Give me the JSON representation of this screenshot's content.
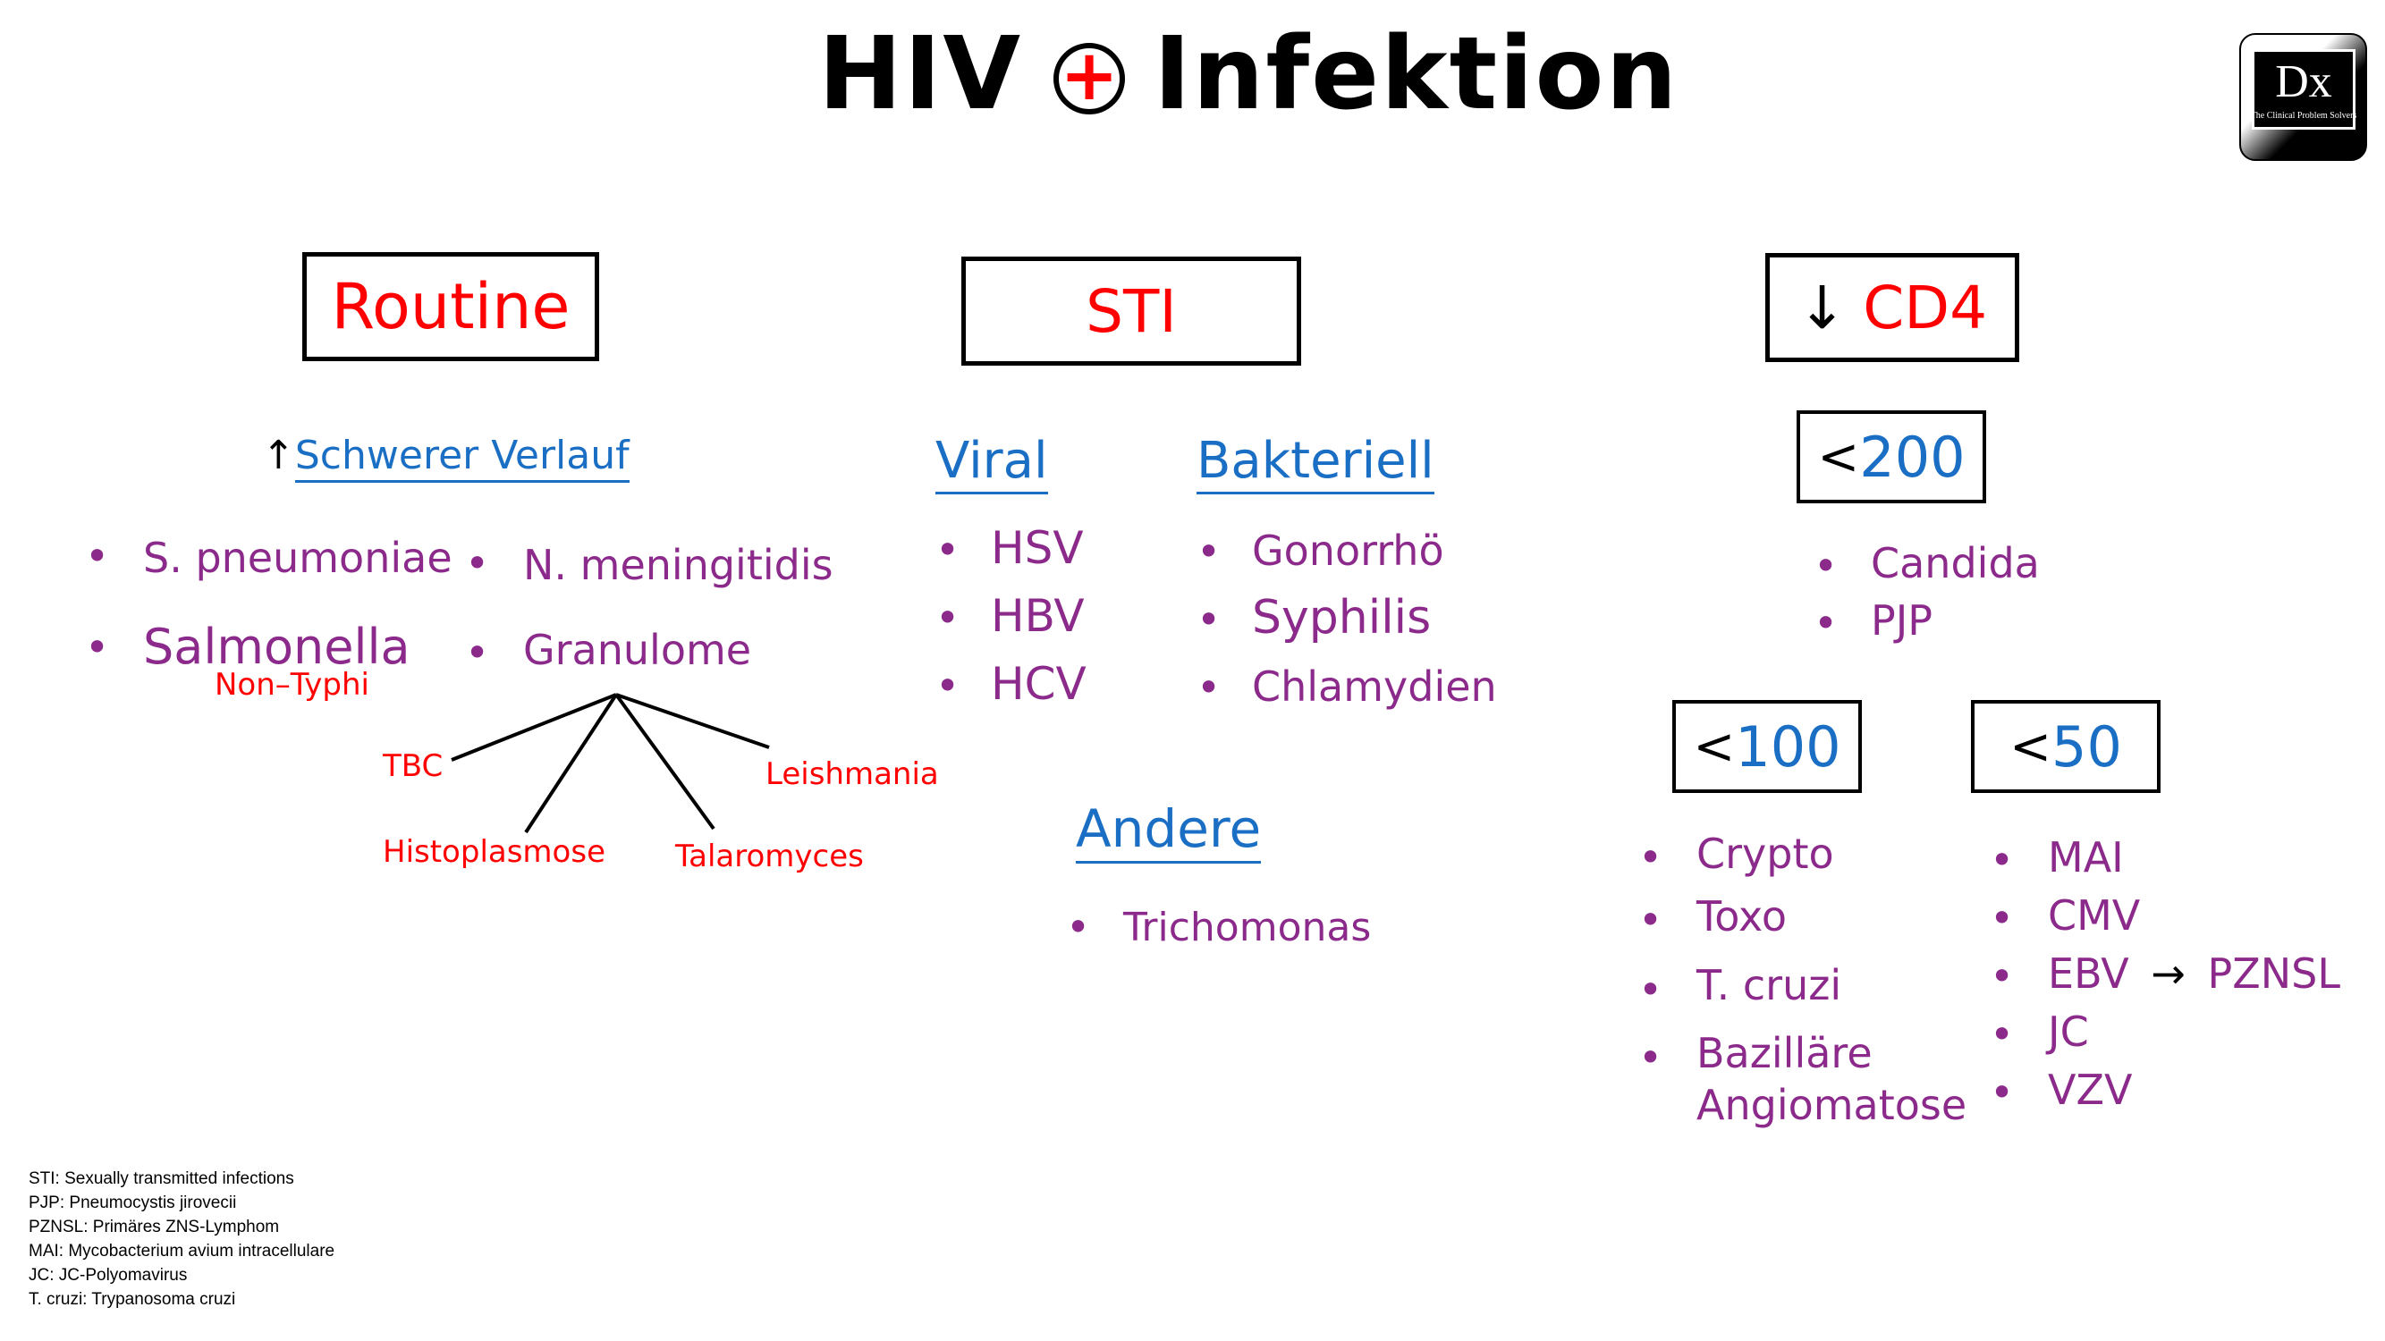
{
  "title": {
    "left": "HIV",
    "right": "Infektion",
    "symbol": "+"
  },
  "logo": {
    "main": "Dx",
    "sub": "The Clinical Problem Solvers"
  },
  "routine": {
    "header": "Routine",
    "subheader_arrow": "↑",
    "subheader": "Schwerer Verlauf",
    "col1": [
      "S. pneumoniae",
      "Salmonella"
    ],
    "salmonella_note": "Non–Typhi",
    "col2": [
      "N. meningitidis",
      "Granulome"
    ],
    "granulome_branches": [
      "TBC",
      "Histoplasmose",
      "Talaromyces",
      "Leishmania"
    ]
  },
  "sti": {
    "header": "STI",
    "viral_title": "Viral",
    "viral": [
      "HSV",
      "HBV",
      "HCV"
    ],
    "bacterial_title": "Bakteriell",
    "bacterial": [
      "Gonorrhö",
      "Syphilis",
      "Chlamydien"
    ],
    "other_title": "Andere",
    "other": [
      "Trichomonas"
    ]
  },
  "cd4": {
    "header_arrow": "↓",
    "header": "CD4",
    "lt": "<",
    "t200": "200",
    "list200": [
      "Candida",
      "PJP"
    ],
    "t100": "100",
    "list100": [
      "Crypto",
      "Toxo",
      "T. cruzi",
      "Bazilläre",
      "Angiomatose"
    ],
    "t50": "50",
    "list50": [
      "MAI",
      "CMV",
      "EBV",
      "PZNSL",
      "JC",
      "VZV"
    ],
    "ebv_arrow": "→"
  },
  "legend": [
    "STI: Sexually transmitted infections",
    "PJP: Pneumocystis jirovecii",
    "PZNSL: Primäres ZNS-Lymphom",
    "MAI: Mycobacterium avium intracellulare",
    "JC: JC-Polyomavirus",
    "T. cruzi: Trypanosoma cruzi"
  ],
  "colors": {
    "header_red": "#ff0000",
    "subtitle_blue": "#1a6fc4",
    "item_purple": "#8b2a8b"
  }
}
